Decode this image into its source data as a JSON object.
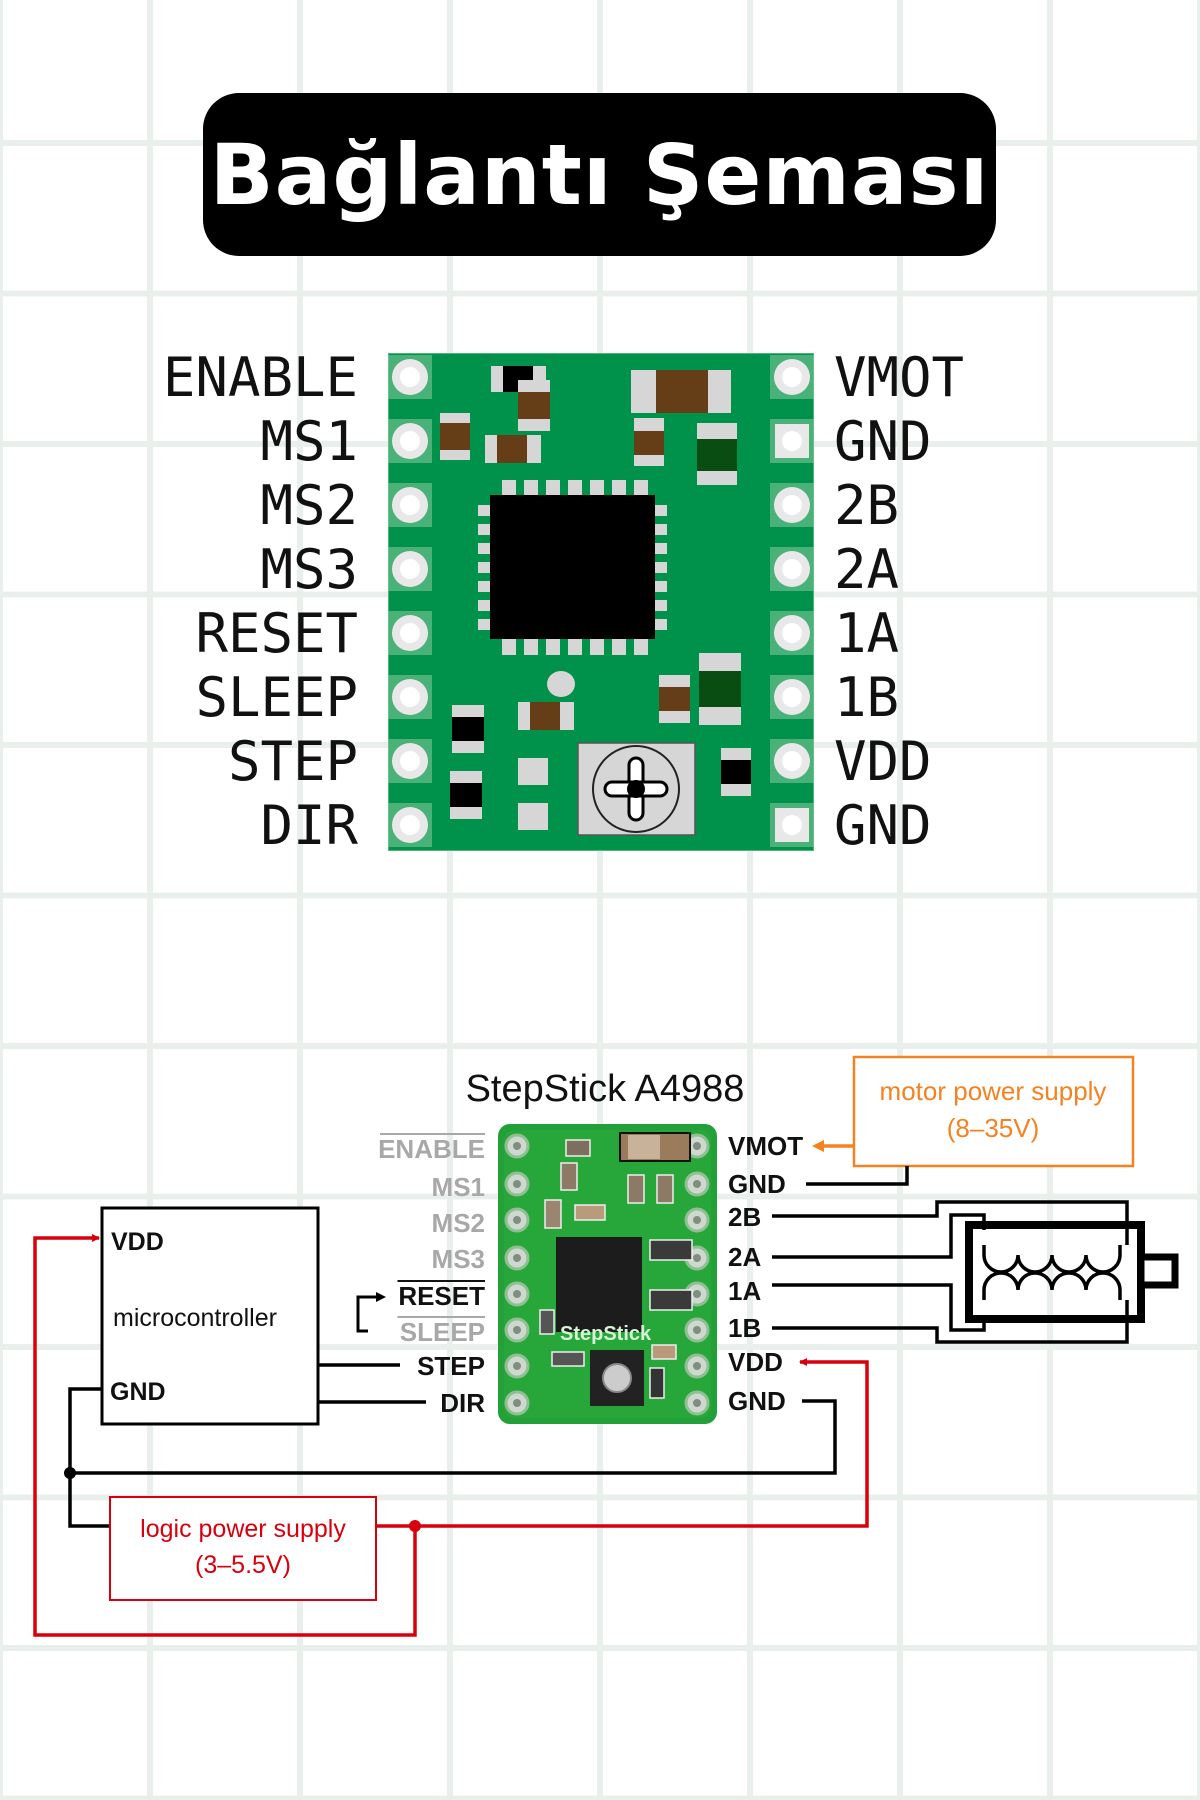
{
  "title": "Bağlantı Şeması",
  "board_pinout": {
    "left_pins": [
      "ENABLE",
      "MS1",
      "MS2",
      "MS3",
      "RESET",
      "SLEEP",
      "STEP",
      "DIR"
    ],
    "right_pins": [
      "VMOT",
      "GND",
      "2B",
      "2A",
      "1A",
      "1B",
      "VDD",
      "GND"
    ]
  },
  "wiring_diagram": {
    "board_title": "StepStick A4988",
    "board_silkscreen": "StepStick",
    "left_pins": [
      {
        "label": "ENABLE",
        "active_low": true,
        "used": false
      },
      {
        "label": "MS1",
        "active_low": false,
        "used": false
      },
      {
        "label": "MS2",
        "active_low": false,
        "used": false
      },
      {
        "label": "MS3",
        "active_low": false,
        "used": false
      },
      {
        "label": "RESET",
        "active_low": true,
        "used": true
      },
      {
        "label": "SLEEP",
        "active_low": true,
        "used": false
      },
      {
        "label": "STEP",
        "active_low": false,
        "used": true
      },
      {
        "label": "DIR",
        "active_low": false,
        "used": true
      }
    ],
    "right_pins": [
      "VMOT",
      "GND",
      "2B",
      "2A",
      "1A",
      "1B",
      "VDD",
      "GND"
    ],
    "microcontroller": {
      "label": "microcontroller",
      "vdd": "VDD",
      "gnd": "GND"
    },
    "motor_supply": {
      "line1": "motor power supply",
      "line2": "(8–35V)"
    },
    "logic_supply": {
      "line1": "logic power supply",
      "line2": "(3–5.5V)"
    },
    "colors": {
      "motor_power": "#f58220",
      "logic_power": "#d9000d",
      "wire": "#000000",
      "unused_label": "#a8a8a8",
      "pcb_green": "#00914a"
    }
  }
}
